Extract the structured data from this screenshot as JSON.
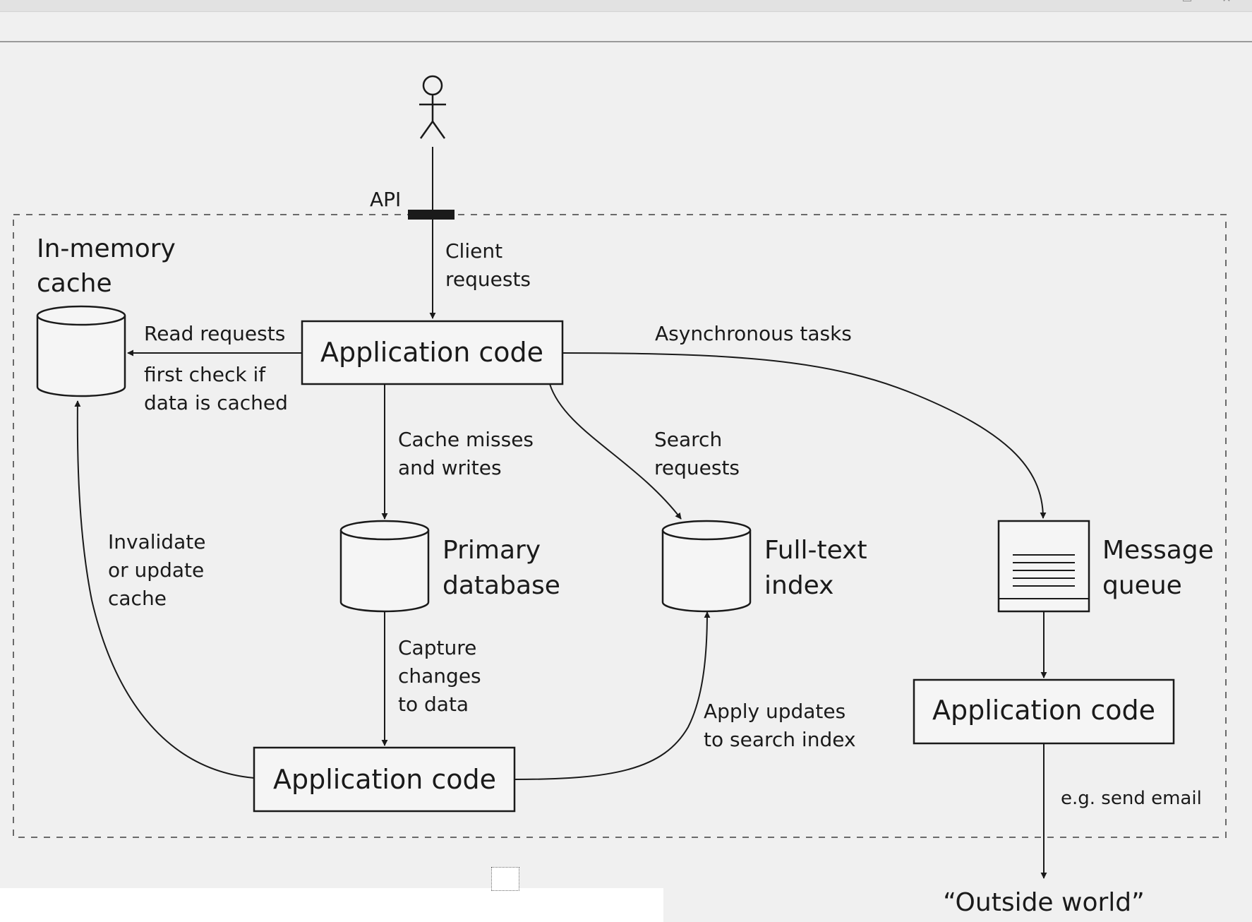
{
  "window": {
    "minimize_icon": "minimize-icon",
    "close_icon": "close-icon"
  },
  "diagram": {
    "actor_icon": "stick-figure-icon",
    "api_label": "API",
    "client_requests": [
      "Client",
      "requests"
    ],
    "in_memory_cache": [
      "In-memory",
      "cache"
    ],
    "read_requests": "Read requests",
    "first_check": [
      "first check if",
      "data is cached"
    ],
    "app_code_top": "Application code",
    "asynchronous_tasks": "Asynchronous tasks",
    "cache_misses": [
      "Cache misses",
      "and writes"
    ],
    "search_requests": [
      "Search",
      "requests"
    ],
    "invalidate": [
      "Invalidate",
      "or update",
      "cache"
    ],
    "primary_database": [
      "Primary",
      "database"
    ],
    "full_text_index": [
      "Full-text",
      "index"
    ],
    "message_queue": [
      "Message",
      "queue"
    ],
    "capture_changes": [
      "Capture",
      "changes",
      "to data"
    ],
    "apply_updates": [
      "Apply updates",
      "to search index"
    ],
    "app_code_bottom": "Application code",
    "app_code_right": "Application code",
    "send_email": "e.g. send email",
    "outside_world": "“Outside world”"
  }
}
